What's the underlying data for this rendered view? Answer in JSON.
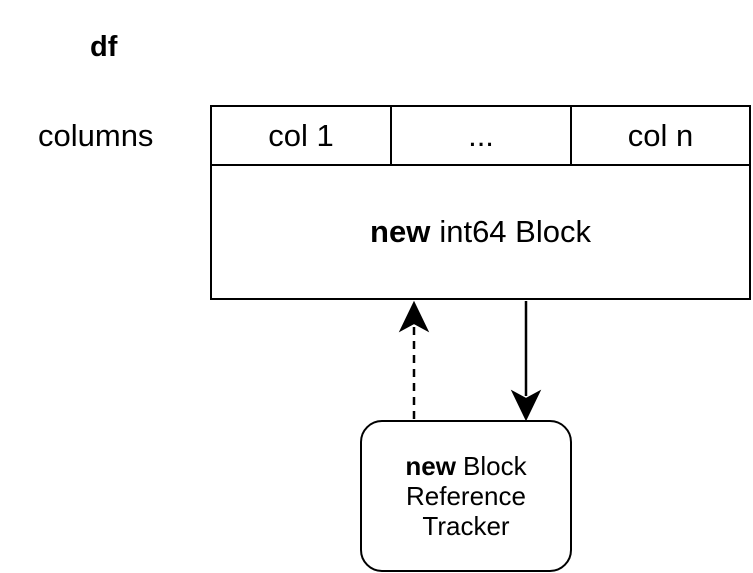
{
  "diagram": {
    "df_label": "df",
    "columns_label": "columns",
    "columns": [
      "col 1",
      "...",
      "col n"
    ],
    "block": {
      "keyword": "new",
      "label": "int64 Block"
    },
    "tracker": {
      "keyword": "new",
      "line1": "Block",
      "line2": "Reference",
      "line3": "Tracker"
    },
    "edges": [
      {
        "from": "tracker",
        "to": "block",
        "style": "dashed"
      },
      {
        "from": "block",
        "to": "tracker",
        "style": "solid"
      }
    ]
  }
}
